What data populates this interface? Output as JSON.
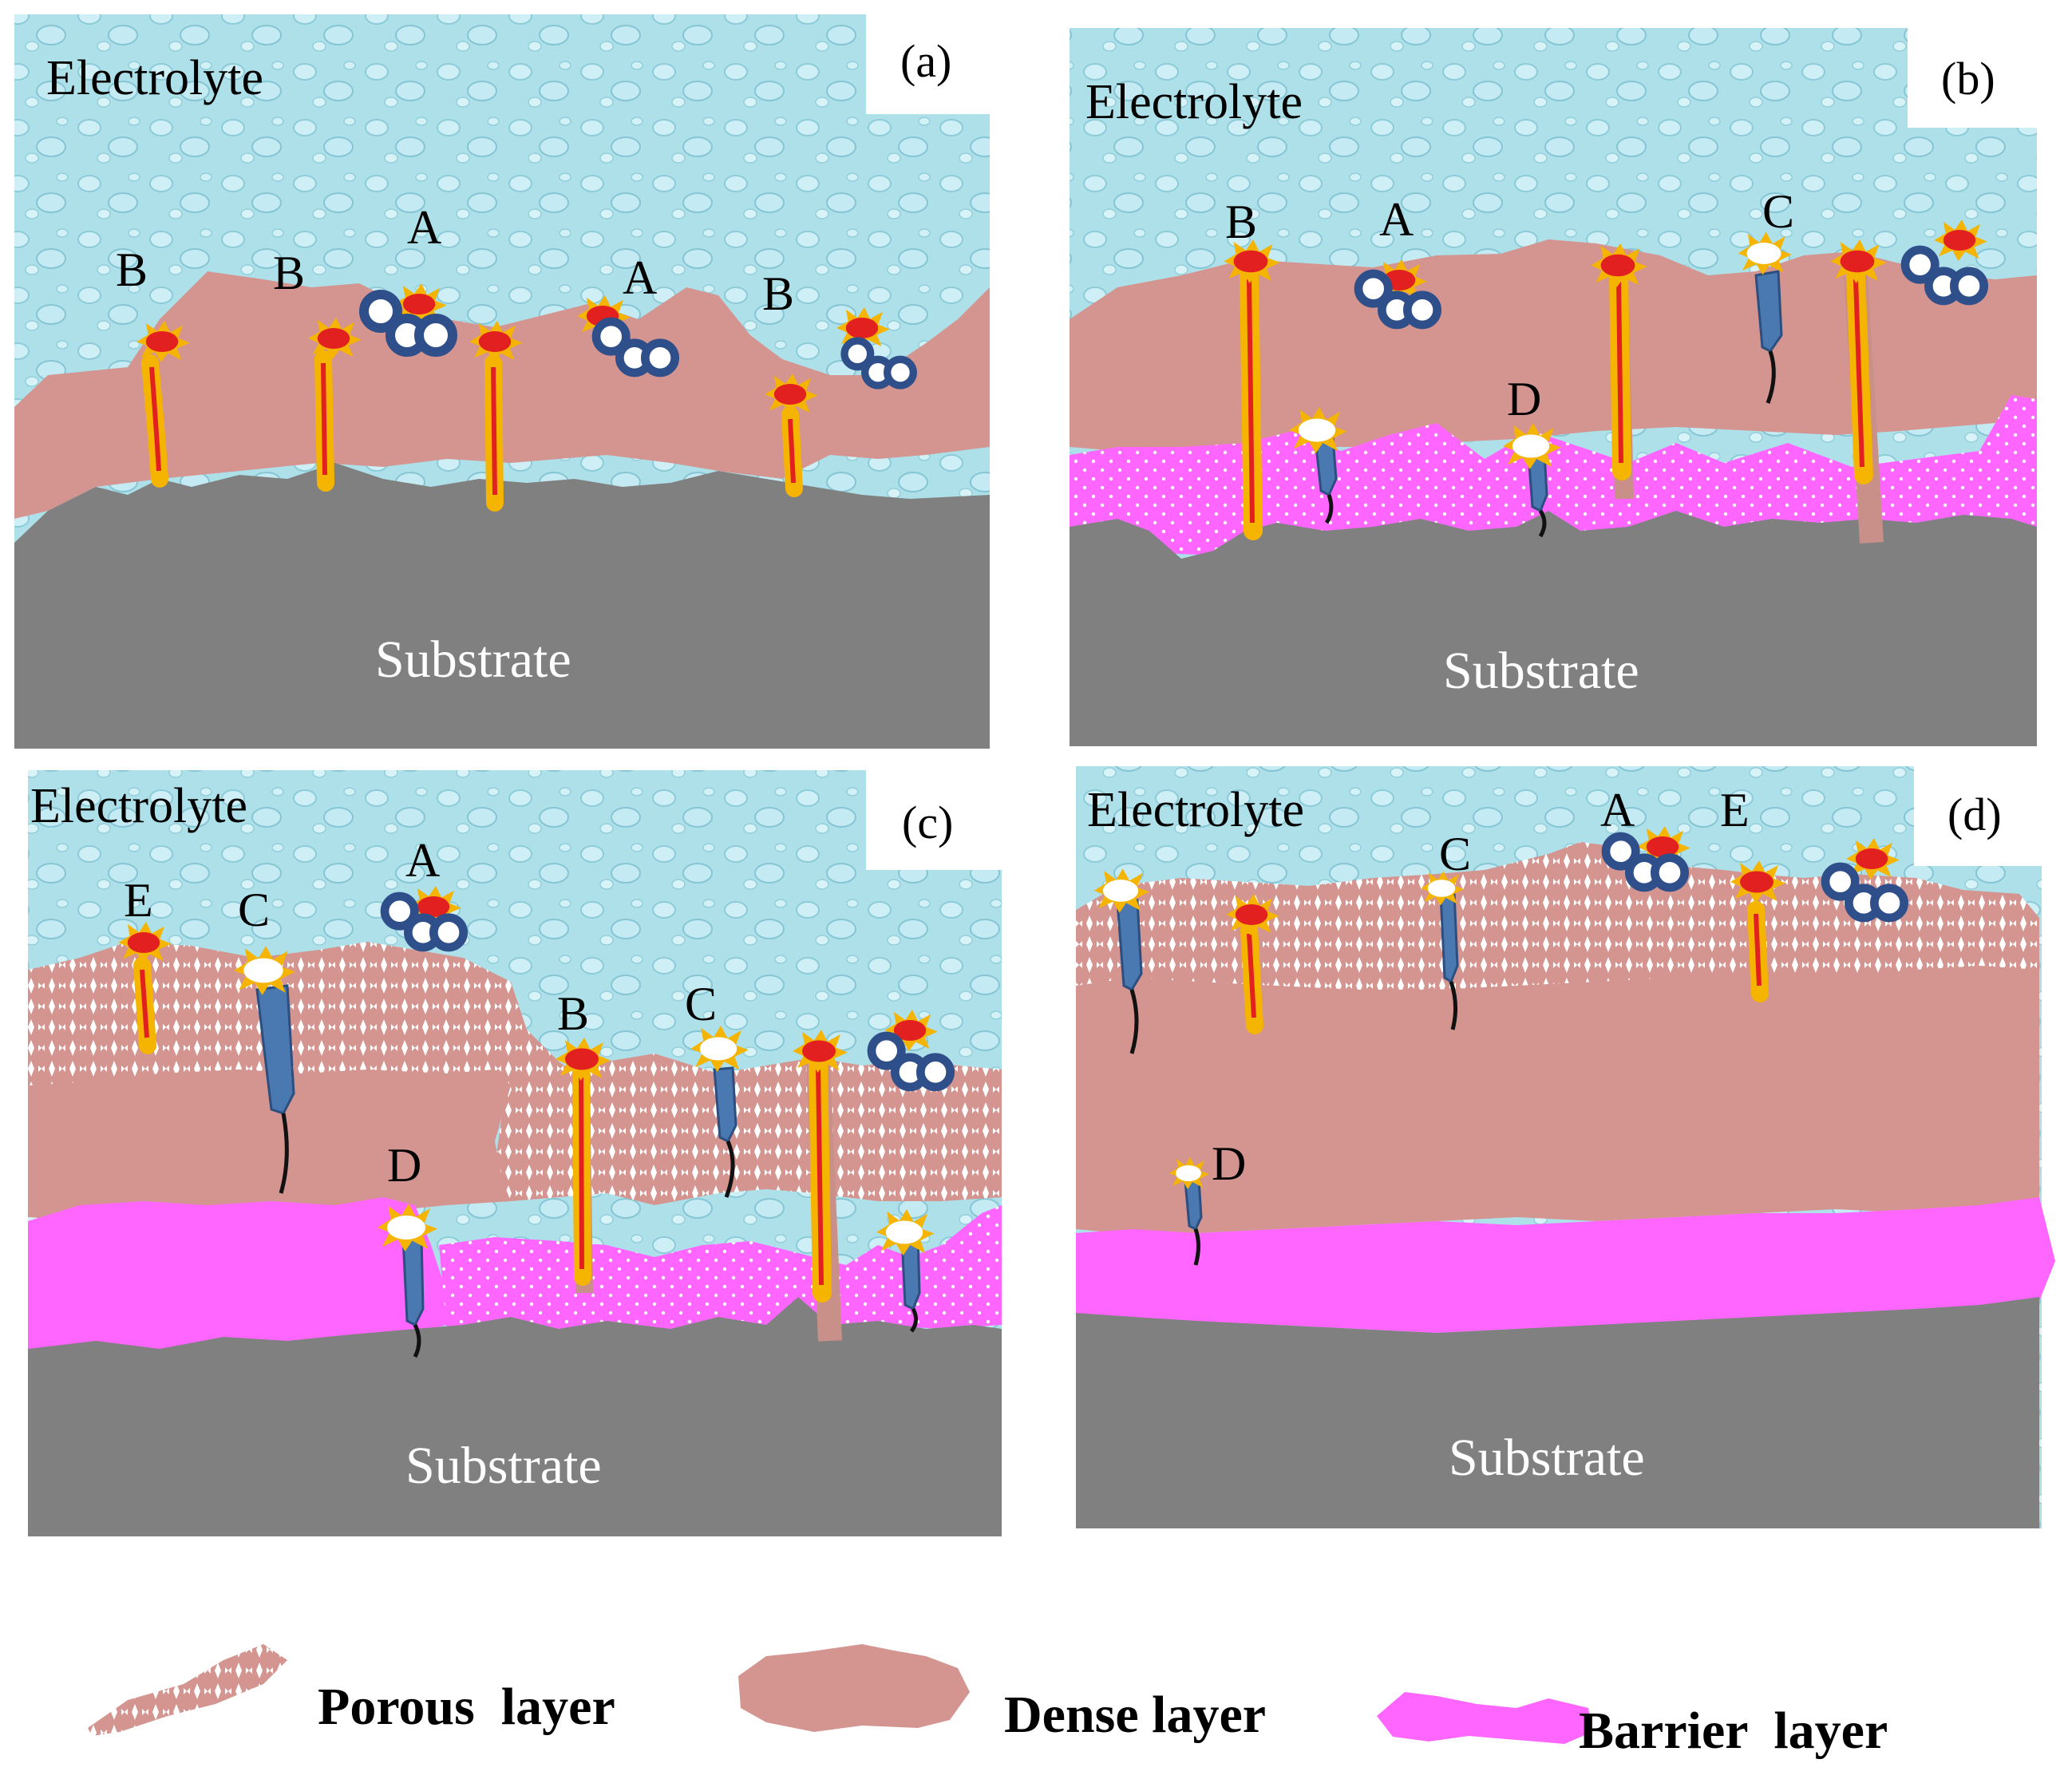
{
  "panels": {
    "a": {
      "tag": "(a)",
      "electrolyte": "Electrolyte",
      "substrate": "Substrate",
      "markers": {
        "B1": "B",
        "B2": "B",
        "A1": "A",
        "A2": "A",
        "B3": "B"
      }
    },
    "b": {
      "tag": "(b)",
      "electrolyte": "Electrolyte",
      "substrate": "Substrate",
      "markers": {
        "B": "B",
        "A": "A",
        "C": "C",
        "D": "D"
      }
    },
    "c": {
      "tag": "(c)",
      "electrolyte": "Electrolyte",
      "substrate": "Substrate",
      "markers": {
        "E": "E",
        "C1": "C",
        "A": "A",
        "B": "B",
        "C2": "C",
        "D": "D"
      }
    },
    "d": {
      "tag": "(d)",
      "electrolyte": "Electrolyte",
      "substrate": "Substrate",
      "markers": {
        "A": "A",
        "E": "E",
        "C": "C",
        "D": "D"
      }
    }
  },
  "legend": {
    "porous": "Porous  layer",
    "dense": "Dense layer",
    "barrier": "Barrier  layer"
  },
  "colors": {
    "electrolyte": "#aee0ea",
    "dense": "#d49590",
    "barrier": "#ff66ff",
    "substrate": "#808080",
    "channel_outer": "#f5b400",
    "channel_inner": "#e32020",
    "defect": "#4a78b0"
  }
}
